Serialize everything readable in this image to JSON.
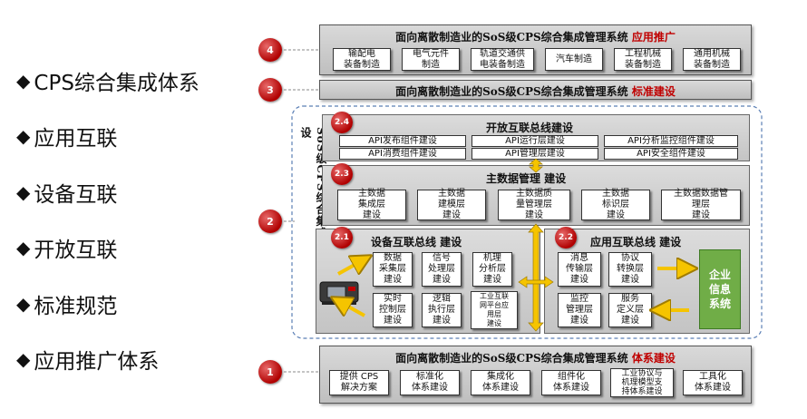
{
  "bullets": [
    "CPS综合集成体系",
    "应用互联",
    "设备互联",
    "开放互联",
    "标准规范",
    "应用推广体系"
  ],
  "bullet_symbol": "◆",
  "layer4": {
    "badge": "4",
    "title_prefix": "面向离散制造业的SoS级CPS综合集成管理系统",
    "title_highlight": "应用推广",
    "items": [
      "输配电\n装备制造",
      "电气元件\n制造",
      "轨道交通供\n电装备制造",
      "汽车制造",
      "工程机械\n装备制造",
      "通用机械\n装备制造"
    ]
  },
  "layer3": {
    "badge": "3",
    "title_prefix": "面向离散制造业的SoS级CPS综合集成管理系统",
    "title_highlight": "标准建设"
  },
  "layer2": {
    "badge": "2",
    "vertical_label": "SoS级CPS综合集成管理系统建设",
    "open_bus": {
      "badge": "2.4",
      "title": "开放互联总线建设",
      "api": [
        "API发布组件建设",
        "API运行层建设",
        "API分析监控组件建设",
        "API消费组件建设",
        "API管理层建设",
        "API安全组件建设"
      ]
    },
    "master_data": {
      "badge": "2.3",
      "title": "主数据管理 建设",
      "items": [
        "主数据\n集成层\n建设",
        "主数据\n建模层\n建设",
        "主数据质\n量管理层\n建设",
        "主数据\n标识层\n建设",
        "主数据数据管\n理层\n建设"
      ]
    },
    "device_bus": {
      "badge": "2.1",
      "title": "设备互联总线 建设",
      "items": [
        "数据\n采集层\n建设",
        "信号\n处理层\n建设",
        "机理\n分析层\n建设",
        "实时\n控制层\n建设",
        "逻辑\n执行层\n建设",
        "工业互联\n网平台应\n用层\n建设"
      ]
    },
    "app_bus": {
      "badge": "2.2",
      "title": "应用互联总线 建设",
      "items": [
        "消息\n传输层\n建设",
        "协议\n转换层\n建设",
        "监控\n管理层\n建设",
        "服务\n定义层\n建设"
      ],
      "enterprise": "企业\n信息\n系统"
    }
  },
  "layer1": {
    "badge": "1",
    "title_prefix": "面向离散制造业的SoS级CPS综合集成管理系统",
    "title_highlight": "体系建设",
    "items": [
      "提供 CPS\n解决方案",
      "标准化\n体系建设",
      "集成化\n体系建设",
      "组件化\n体系建设",
      "工业协议与\n机理模型支\n持体系建设",
      "工具化\n体系建设"
    ]
  },
  "colors": {
    "accent_red": "#c00000",
    "arrow_yellow": "#f5c400",
    "enterprise_green": "#70ad47"
  }
}
